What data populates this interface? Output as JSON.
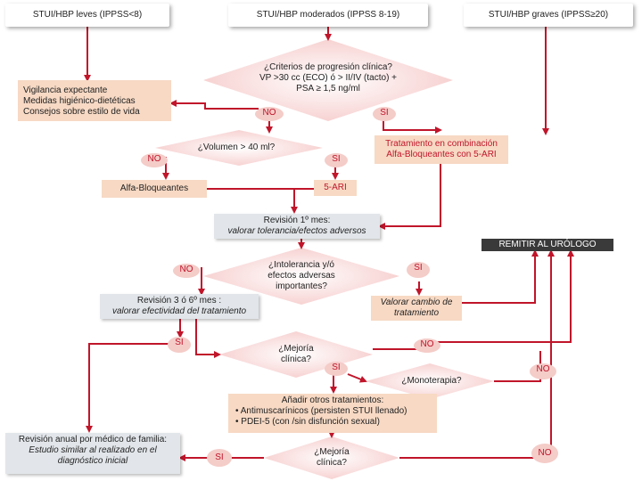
{
  "headers": {
    "leves": "STUI/HBP leves (IPPSS<8)",
    "moderados": "STUI/HBP moderados (IPPSS 8-19)",
    "graves": "STUI/HBP graves (IPPSS≥20)"
  },
  "vigilancia": {
    "line1": "Vigilancia expectante",
    "line2": "Medidas higiénico-dietéticas",
    "line3": "Consejos sobre estilo de vida"
  },
  "criterios": {
    "line1": "¿Criterios de progresión clínica?",
    "line2": "VP >30 cc (ECO) ó > II/IV (tacto)  +",
    "line3": "PSA ≥ 1,5 ng/ml"
  },
  "labels": {
    "no": "NO",
    "si": "SI"
  },
  "volumen": "¿Volumen > 40 ml?",
  "tratamiento": {
    "line1": "Tratamiento en combinación",
    "line2": "Alfa-Bloqueantes con 5-ARI"
  },
  "alfa": "Alfa-Bloqueantes",
  "ari": "5-ARI",
  "revision1": {
    "line1": "Revisión 1º mes:",
    "line2": "valorar tolerancia/efectos adversos"
  },
  "remitir": "REMITIR AL URÓLOGO",
  "intolerancia": {
    "line1": "¿Intolerancia y/ó",
    "line2": "efectos adversas",
    "line3": "importantes?"
  },
  "revision36": {
    "line1": "Revisión 3 ó 6º mes :",
    "line2": "valorar efectividad del tratamiento"
  },
  "cambio": {
    "line1": "Valorar cambio de",
    "line2": "tratamiento"
  },
  "mejoria1": {
    "line1": "¿Mejoría",
    "line2": "clínica?"
  },
  "monoterapia": "¿Monoterapia?",
  "otros": {
    "title": "Añadir otros tratamientos:",
    "item1": "•  Antimuscarínicos  (persisten STUI llenado)",
    "item2": "•  PDEI-5 (con /sin disfunción sexual)"
  },
  "revision_anual": {
    "line1": "Revisión  anual por médico de familia:",
    "line2": "Estudio similar al realizado en el",
    "line3": "diagnóstico inicial"
  },
  "mejoria2": {
    "line1": "¿Mejoría",
    "line2": "clínica?"
  },
  "colors": {
    "arrow": "#c0152a",
    "label_bg": "#f4ccc8",
    "cream": "#f7d9c4",
    "gray": "#e2e6ea",
    "dark": "#3a3a3a",
    "diamond": "#fbe3e3"
  }
}
